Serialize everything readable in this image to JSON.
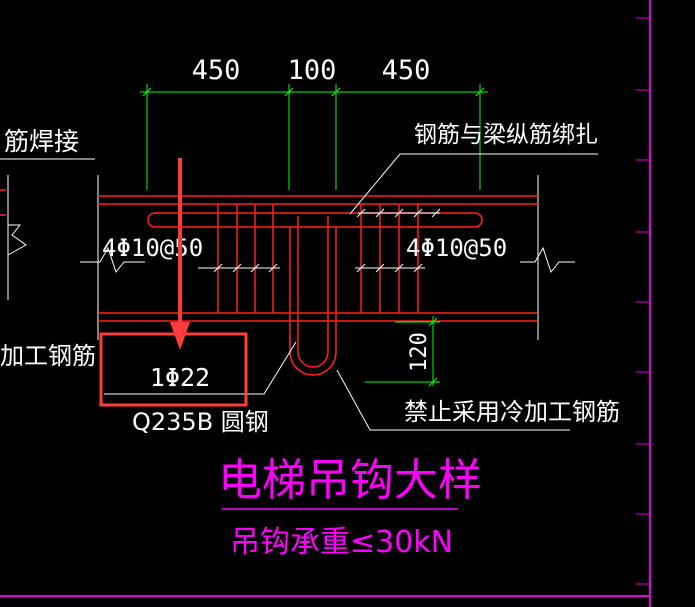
{
  "dimensions": {
    "left": "450",
    "middle": "100",
    "right": "450",
    "hook_depth": "120"
  },
  "labels": {
    "weld_left": "筋焊接",
    "tie_note": "钢筋与梁纵筋绑扎",
    "stirrup_left": "4Φ10@50",
    "stirrup_right": "4Φ10@50",
    "cold_left": "加工钢筋",
    "hook_bar": "1Φ22",
    "material": "Q235B 圆钢",
    "forbid_note": "禁止采用冷加工钢筋",
    "title": "电梯吊钩大样",
    "subtitle": "吊钩承重≤30kN"
  },
  "colors": {
    "background": "#000000",
    "text": "#ffffff",
    "dimension": "#00ff00",
    "rebar": "#ff2020",
    "title": "#ff00ff",
    "highlight": "#ff3b3b",
    "frame": "#e000e0"
  },
  "icons": {
    "pointer": "down-arrow-icon"
  }
}
